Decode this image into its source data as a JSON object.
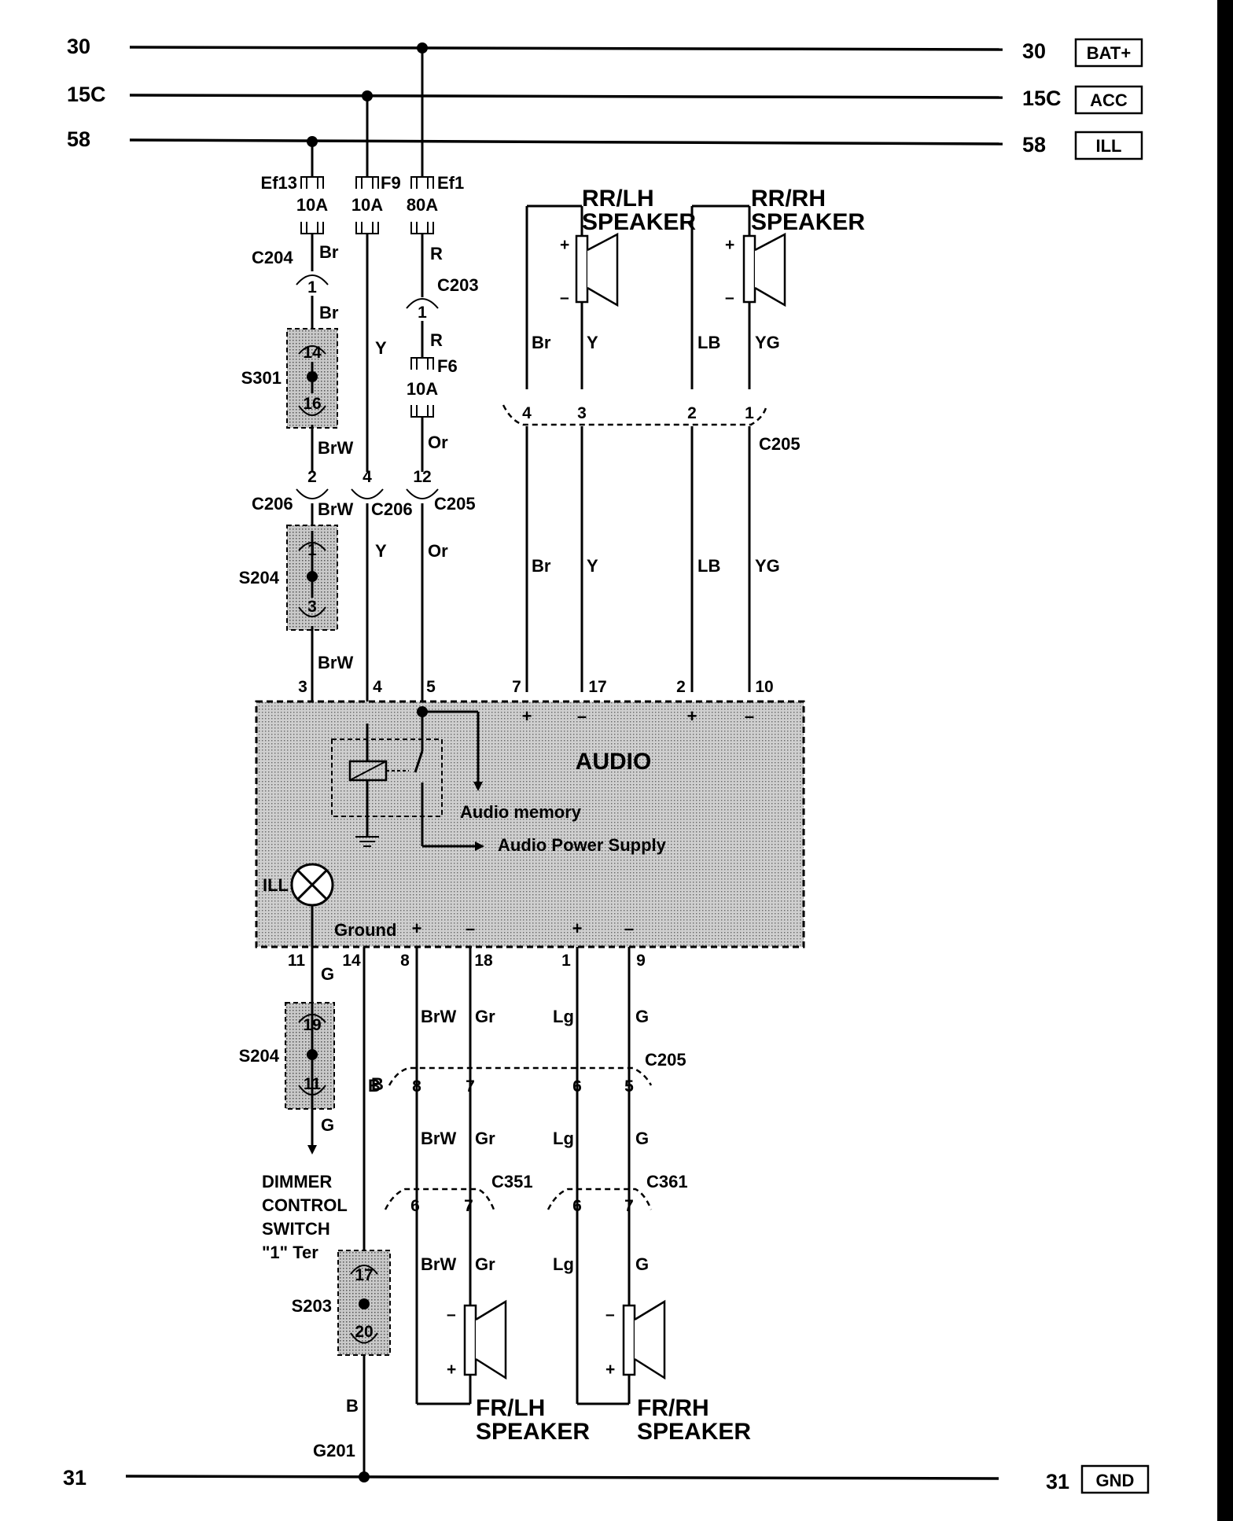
{
  "rails": {
    "r30": {
      "left": "30",
      "right": "30",
      "tag": "BAT+"
    },
    "r15c": {
      "left": "15C",
      "right": "15C",
      "tag": "ACC"
    },
    "r58": {
      "left": "58",
      "right": "58",
      "tag": "ILL"
    },
    "r31": {
      "left": "31",
      "right": "31",
      "tag": "GND"
    }
  },
  "fuses": {
    "ef13": {
      "name": "Ef13",
      "rating": "10A"
    },
    "f9": {
      "name": "F9",
      "rating": "10A"
    },
    "ef1": {
      "name": "Ef1",
      "rating": "80A"
    },
    "f6": {
      "name": "F6",
      "rating": "10A"
    }
  },
  "connectors": {
    "c204": "C204",
    "c203": "C203",
    "c205": "C205",
    "c206": "C206",
    "c351": "C351",
    "c361": "C361",
    "g201": "G201"
  },
  "splices": {
    "s301": {
      "name": "S301",
      "pins": [
        "14",
        "16"
      ]
    },
    "s204a": {
      "name": "S204",
      "pins": [
        "1",
        "3"
      ]
    },
    "s204b": {
      "name": "S204",
      "pins": [
        "19",
        "11"
      ]
    },
    "s203": {
      "name": "S203",
      "pins": [
        "17",
        "20"
      ]
    }
  },
  "wires": {
    "br": "Br",
    "brw": "BrW",
    "y": "Y",
    "r": "R",
    "or": "Or",
    "lb": "LB",
    "yg": "YG",
    "g": "G",
    "b": "B",
    "gr": "Gr",
    "lg": "Lg"
  },
  "pins": {
    "p1": "1",
    "p2": "2",
    "p3": "3",
    "p4": "4",
    "p5": "5",
    "p6": "6",
    "p7": "7",
    "p8": "8",
    "p9": "9",
    "p10": "10",
    "p11": "11",
    "p12": "12",
    "p14": "14",
    "p17": "17",
    "p18": "18"
  },
  "audio": {
    "title": "AUDIO",
    "memory": "Audio memory",
    "power": "Audio Power Supply",
    "ground": "Ground",
    "ill": "ILL"
  },
  "speakers": {
    "rr_lh": {
      "line1": "RR/LH",
      "line2": "SPEAKER"
    },
    "rr_rh": {
      "line1": "RR/RH",
      "line2": "SPEAKER"
    },
    "fr_lh": {
      "line1": "FR/LH",
      "line2": "SPEAKER"
    },
    "fr_rh": {
      "line1": "FR/RH",
      "line2": "SPEAKER"
    }
  },
  "dimmer": {
    "l1": "DIMMER",
    "l2": "CONTROL",
    "l3": "SWITCH",
    "l4": "\"1\" Ter"
  },
  "symbols": {
    "plus": "+",
    "minus": "–"
  }
}
